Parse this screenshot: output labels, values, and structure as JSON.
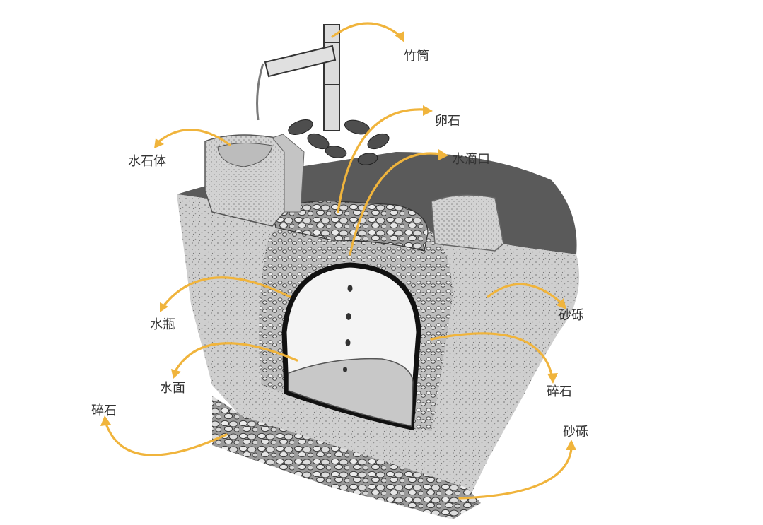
{
  "diagram": {
    "accent_color": "#f0b43c",
    "labels": {
      "bamboo_pipe": "竹筒",
      "pebble": "卵石",
      "water_drip_hole": "水滴口",
      "stone_basin": "水石体",
      "gravel_sand_right_top": "砂砾",
      "water_jar": "水瓶",
      "crushed_stone_right": "碎石",
      "water_surface": "水面",
      "crushed_stone_left": "碎石",
      "gravel_sand_right_bottom": "砂砾"
    }
  }
}
